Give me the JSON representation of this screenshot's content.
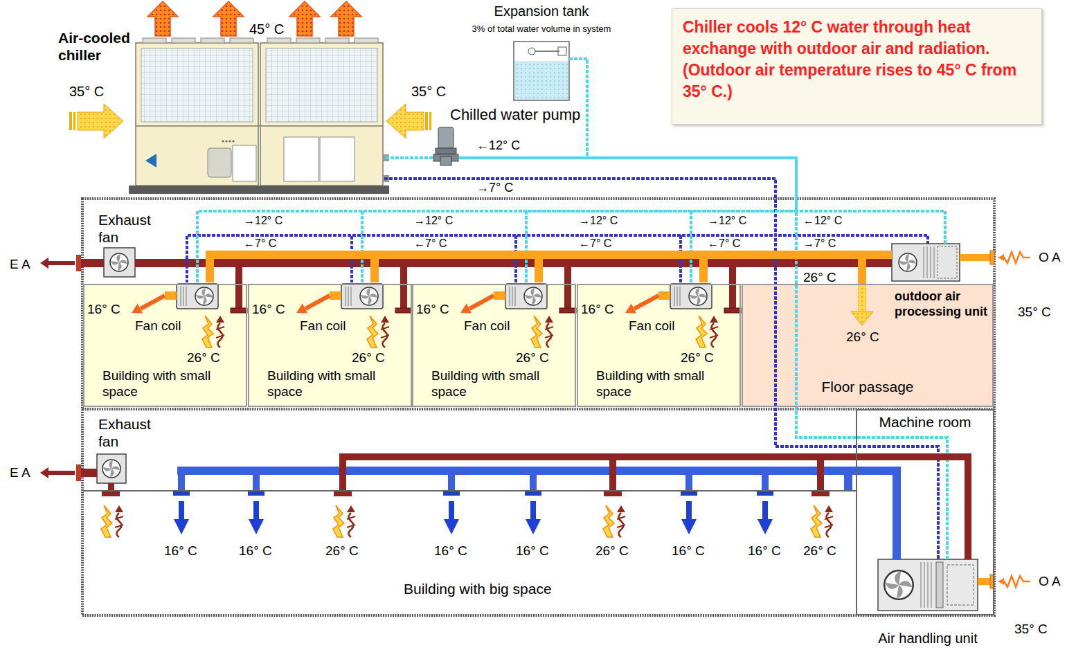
{
  "diagram": {
    "nodes": [
      {
        "text": [
          "Air-cooled chiller"
        ]
      },
      {
        "text": [
          "Expansion tank",
          "3% of total water volume in system"
        ]
      },
      {
        "text": [
          "Chiller cools 12° C water through heat exchange with outdoor air and radiation. (Outdoor air temperature rises to 45° C from 35° C.)"
        ]
      },
      {
        "text": [
          "Chilled water pump"
        ]
      },
      {
        "text": [
          "Exhaust fan"
        ]
      },
      {
        "text": [
          "Building with small space"
        ]
      },
      {
        "text": [
          "Fan coil"
        ],
        "in": 5
      },
      {
        "text": [
          "Building with small space"
        ]
      },
      {
        "text": [
          "Fan coil"
        ],
        "in": 7
      },
      {
        "text": [
          "Building with small space"
        ]
      },
      {
        "text": [
          "Fan coil"
        ],
        "in": 9
      },
      {
        "text": [
          "Building with small space"
        ]
      },
      {
        "text": [
          "Fan coil"
        ],
        "in": 11
      },
      {
        "text": [
          "Floor passage"
        ]
      },
      {
        "text": [
          "outdoor air processing unit"
        ]
      },
      {
        "text": [
          "Exhaust fan"
        ]
      },
      {
        "text": [
          "Building with big space"
        ]
      },
      {
        "text": [
          "Machine room"
        ]
      },
      {
        "text": [
          "Air handling unit"
        ],
        "in": 17
      }
    ],
    "edges": [
      {
        "from": 3,
        "to": 0,
        "arrow": "none"
      },
      {
        "from": 1,
        "to": 3,
        "arrow": "none"
      },
      {
        "from": 0,
        "to": 6,
        "arrow": "none"
      },
      {
        "from": 0,
        "to": 8,
        "arrow": "none"
      },
      {
        "from": 0,
        "to": 10,
        "arrow": "none"
      },
      {
        "from": 0,
        "to": 12,
        "arrow": "none"
      },
      {
        "from": 0,
        "to": 14,
        "arrow": "none"
      },
      {
        "from": 0,
        "to": 18,
        "arrow": "none"
      },
      {
        "from": 6,
        "to": 3,
        "arrow": "none"
      },
      {
        "from": 8,
        "to": 3,
        "arrow": "none"
      },
      {
        "from": 10,
        "to": 3,
        "arrow": "none"
      },
      {
        "from": 12,
        "to": 3,
        "arrow": "none"
      },
      {
        "from": 14,
        "to": 3,
        "arrow": "none"
      },
      {
        "from": 18,
        "to": 3,
        "arrow": "none"
      },
      {
        "from": 14,
        "to": 6,
        "arrow": "none"
      },
      {
        "from": 14,
        "to": 8,
        "arrow": "none"
      },
      {
        "from": 14,
        "to": 10,
        "arrow": "none"
      },
      {
        "from": 14,
        "to": 12,
        "arrow": "none"
      },
      {
        "from": 14,
        "to": 13,
        "arrow": "none"
      },
      {
        "from": 18,
        "to": 16,
        "arrow": "none"
      },
      {
        "from": 16,
        "to": 18,
        "arrow": "none"
      }
    ],
    "labels": [
      "45° C",
      "35° C",
      "35° C",
      "←12° C",
      "→7° C",
      "E A",
      "→12° C",
      "←7° C",
      "→12° C",
      "←7° C",
      "→12° C",
      "←7° C",
      "→12° C",
      "←7° C",
      "←12° C",
      "→7° C",
      "16° C",
      "26° C",
      "16° C",
      "26° C",
      "16° C",
      "26° C",
      "16° C",
      "26° C",
      "26° C",
      "O A",
      "35° C",
      "26° C",
      "E A",
      "16° C",
      "16° C",
      "26° C",
      "16° C",
      "16° C",
      "26° C",
      "16° C",
      "16° C",
      "26° C",
      "O A",
      "35° C"
    ]
  }
}
